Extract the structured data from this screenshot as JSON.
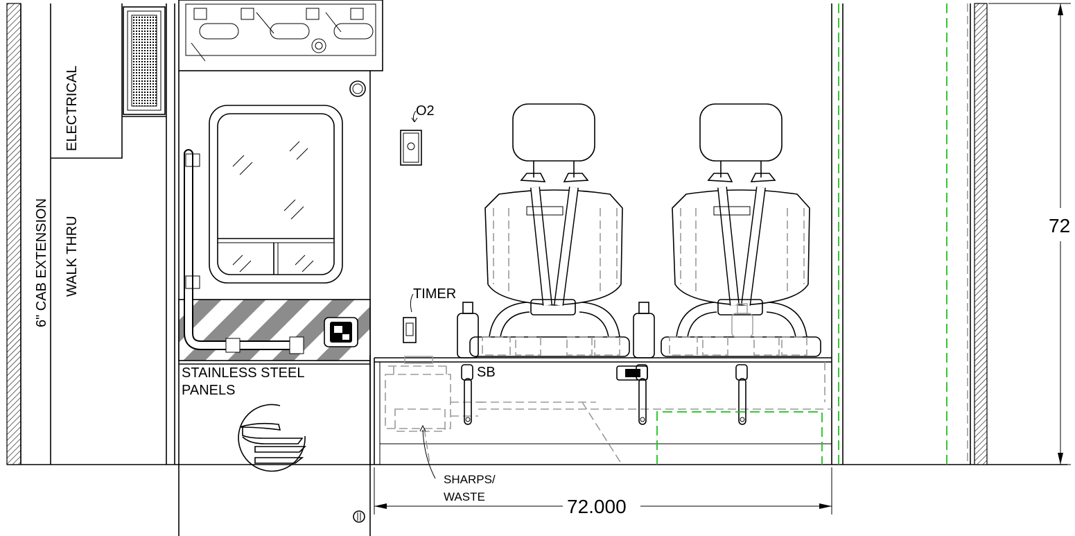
{
  "labels": {
    "cab_extension": "6\" CAB EXTENSION",
    "walk_thru": "WALK THRU",
    "electrical": "ELECTRICAL",
    "o2": "O2",
    "timer": "TIMER",
    "stainless_1": "STAINLESS STEEL",
    "stainless_2": "PANELS",
    "sb": "SB",
    "sharps_1": "SHARPS/",
    "sharps_2": "WASTE"
  },
  "dimensions": {
    "width": "72.000",
    "height": "72"
  },
  "colors": {
    "line": "#000000",
    "hidden": "#9a9a9a",
    "green_outline": "#19c219",
    "hazard_stripe": "#8c8c8c"
  }
}
